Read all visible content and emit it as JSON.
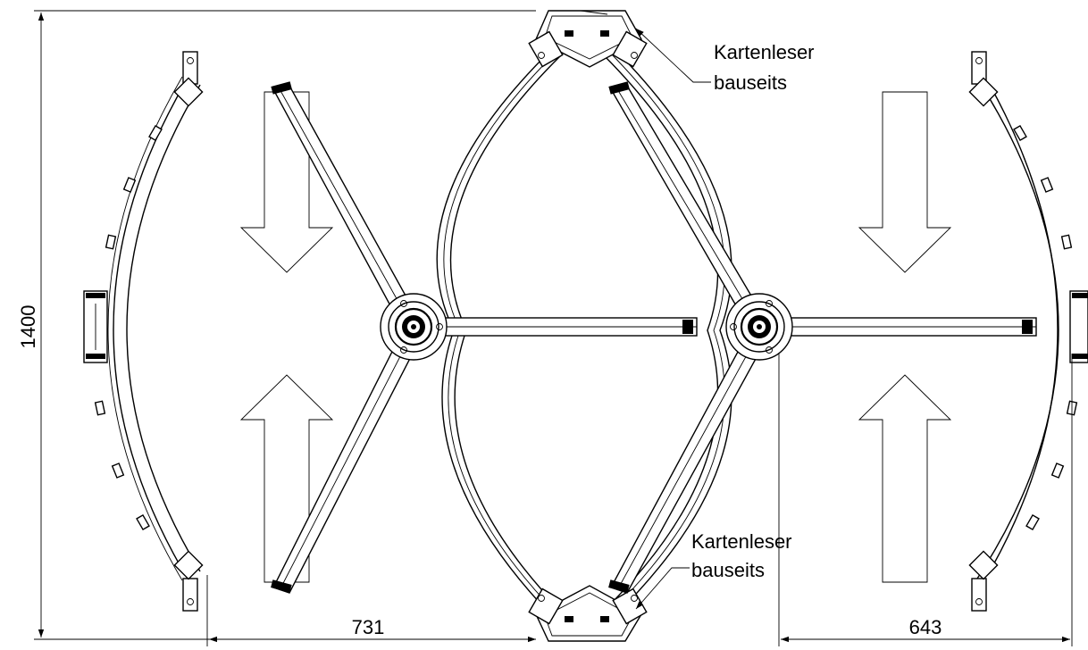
{
  "labels": {
    "card_reader_top_line1": "Kartenleser",
    "card_reader_top_line2": "bauseits",
    "card_reader_bottom_line1": "Kartenleser",
    "card_reader_bottom_line2": "bauseits"
  },
  "dimensions": {
    "height": "1400",
    "left_width": "731",
    "right_width": "643"
  }
}
